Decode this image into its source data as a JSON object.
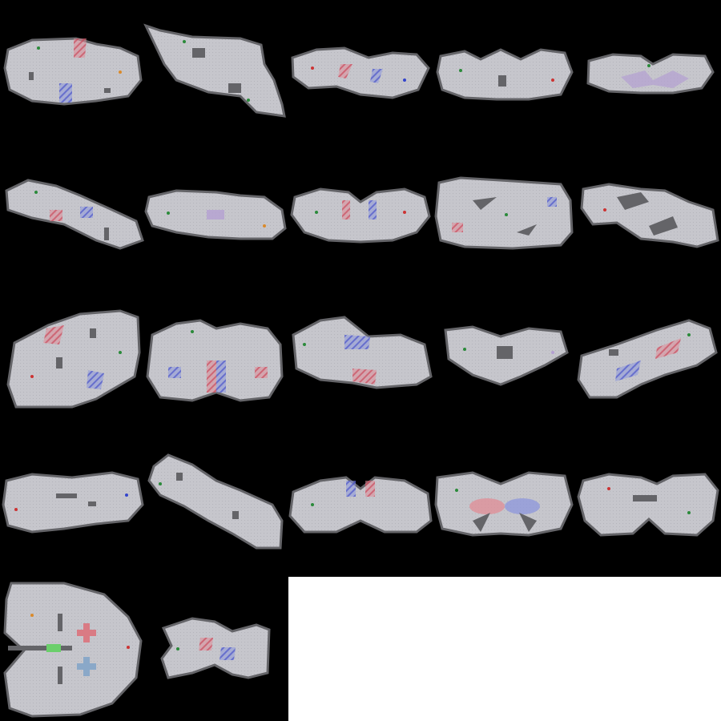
{
  "sheet": {
    "grid": {
      "columns": 5,
      "rows": 5,
      "maps": 22
    },
    "colors": {
      "background": "#000000",
      "empty_area": "#ffffff",
      "floor": "#c6c6cc",
      "floor_dot": "#b4b4bb",
      "wall": "#646468",
      "red_zone": "#e08c96",
      "blue_zone": "#8c96dc",
      "purple_zone": "#b4a0d2",
      "green_marker": "#2a8a3a",
      "red_marker": "#cc3333",
      "blue_marker": "#3344cc",
      "orange_marker": "#d98a2b"
    },
    "maps": [
      {
        "id": 1,
        "zones": [
          "red",
          "blue"
        ]
      },
      {
        "id": 2,
        "zones": []
      },
      {
        "id": 3,
        "zones": [
          "red",
          "blue"
        ]
      },
      {
        "id": 4,
        "zones": []
      },
      {
        "id": 5,
        "zones": [
          "purple"
        ]
      },
      {
        "id": 6,
        "zones": [
          "red",
          "blue"
        ]
      },
      {
        "id": 7,
        "zones": [
          "purple"
        ]
      },
      {
        "id": 8,
        "zones": [
          "red",
          "blue"
        ]
      },
      {
        "id": 9,
        "zones": [
          "red",
          "blue"
        ]
      },
      {
        "id": 10,
        "zones": []
      },
      {
        "id": 11,
        "zones": [
          "red",
          "blue"
        ]
      },
      {
        "id": 12,
        "zones": [
          "red",
          "blue"
        ]
      },
      {
        "id": 13,
        "zones": [
          "blue",
          "red"
        ]
      },
      {
        "id": 14,
        "zones": [
          "purple"
        ]
      },
      {
        "id": 15,
        "zones": [
          "red",
          "blue"
        ]
      },
      {
        "id": 16,
        "zones": []
      },
      {
        "id": 17,
        "zones": []
      },
      {
        "id": 18,
        "zones": [
          "blue",
          "red"
        ]
      },
      {
        "id": 19,
        "zones": [
          "red",
          "blue"
        ]
      },
      {
        "id": 20,
        "zones": []
      },
      {
        "id": 21,
        "zones": [
          "red",
          "blue"
        ]
      },
      {
        "id": 22,
        "zones": [
          "red",
          "blue"
        ]
      }
    ]
  }
}
